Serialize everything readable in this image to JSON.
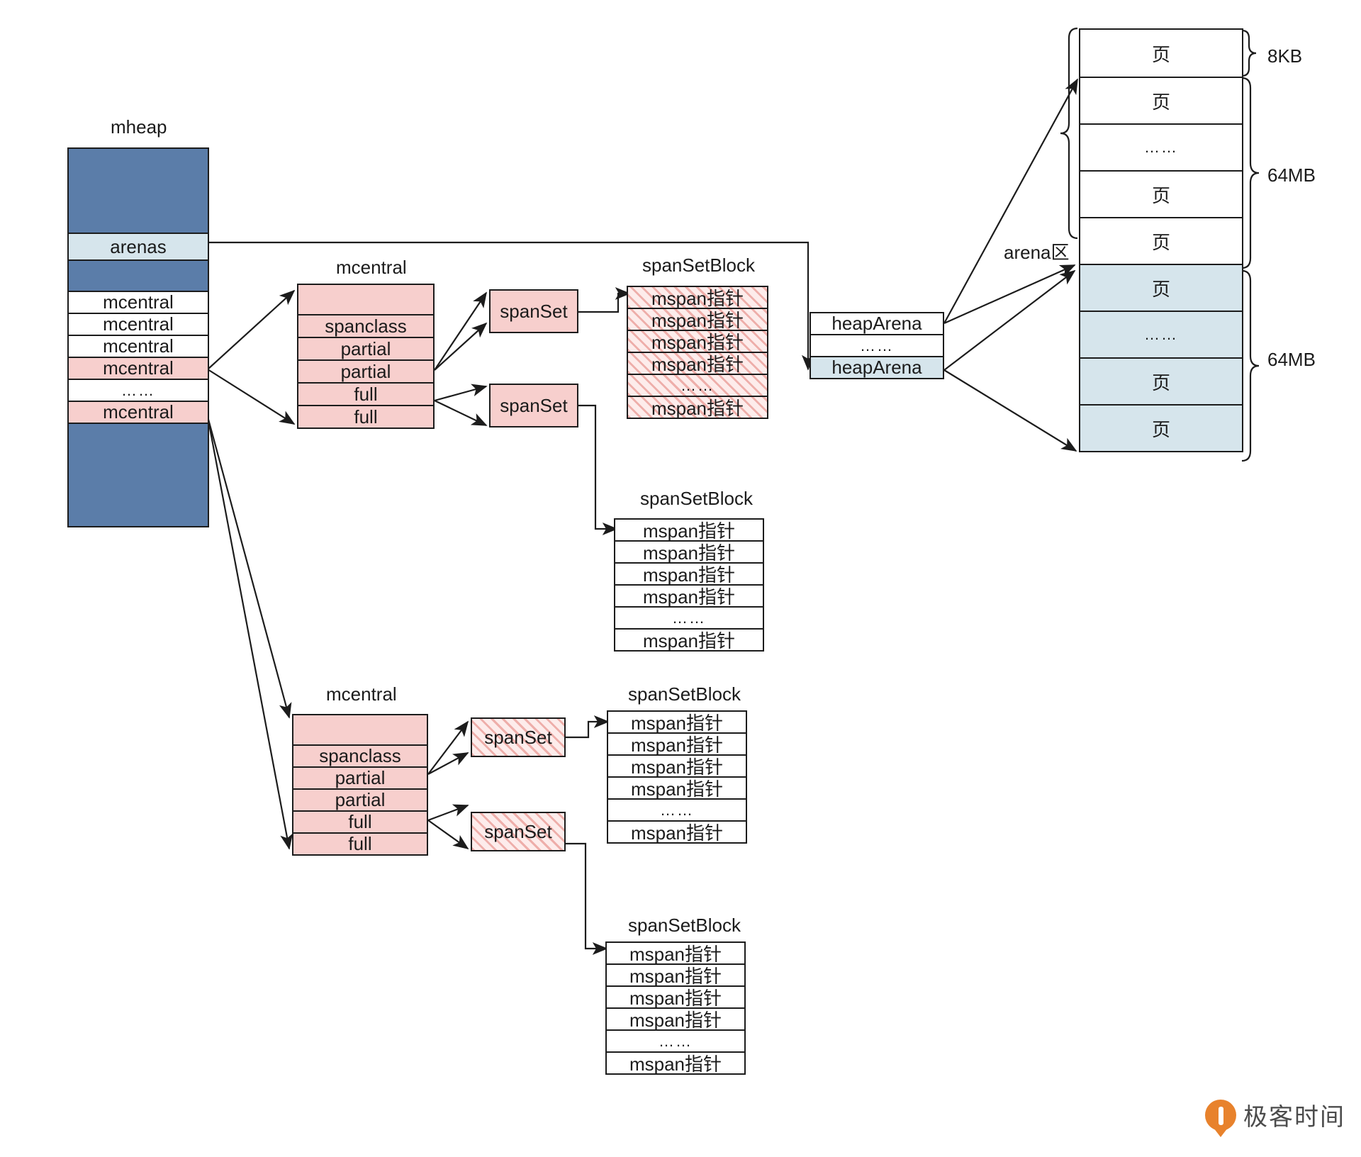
{
  "diagram": {
    "title_labels": {
      "mheap": "mheap",
      "mcentral_top": "mcentral",
      "mcentral_bottom": "mcentral",
      "span_set_block_1": "spanSetBlock",
      "span_set_block_2": "spanSetBlock",
      "span_set_block_3": "spanSetBlock",
      "span_set_block_4": "spanSetBlock",
      "arena_zone": "arena区"
    },
    "mheap": {
      "rows": [
        {
          "label": "",
          "fill": "blue"
        },
        {
          "label": "arenas",
          "fill": "lightblue"
        },
        {
          "label": "",
          "fill": "blue"
        },
        {
          "label": "mcentral",
          "fill": "white"
        },
        {
          "label": "mcentral",
          "fill": "white"
        },
        {
          "label": "mcentral",
          "fill": "white"
        },
        {
          "label": "mcentral",
          "fill": "pink"
        },
        {
          "label": "……",
          "fill": "white"
        },
        {
          "label": "mcentral",
          "fill": "pink"
        },
        {
          "label": "",
          "fill": "blue"
        }
      ]
    },
    "mcentral_top": {
      "rows": [
        {
          "label": ""
        },
        {
          "label": "spanclass"
        },
        {
          "label": "partial"
        },
        {
          "label": "partial"
        },
        {
          "label": "full"
        },
        {
          "label": "full"
        }
      ],
      "span_sets": [
        {
          "label": "spanSet",
          "hatched": false
        },
        {
          "label": "spanSet",
          "hatched": false
        }
      ]
    },
    "mcentral_bottom": {
      "rows": [
        {
          "label": ""
        },
        {
          "label": "spanclass"
        },
        {
          "label": "partial"
        },
        {
          "label": "partial"
        },
        {
          "label": "full"
        },
        {
          "label": "full"
        }
      ],
      "span_sets": [
        {
          "label": "spanSet",
          "hatched": true
        },
        {
          "label": "spanSet",
          "hatched": true
        }
      ]
    },
    "span_set_blocks": [
      {
        "id": "block1",
        "hatched": true,
        "rows": [
          "mspan指针",
          "mspan指针",
          "mspan指针",
          "mspan指针",
          "……",
          "mspan指针"
        ]
      },
      {
        "id": "block2",
        "hatched": false,
        "rows": [
          "mspan指针",
          "mspan指针",
          "mspan指针",
          "mspan指针",
          "……",
          "mspan指针"
        ]
      },
      {
        "id": "block3",
        "hatched": false,
        "rows": [
          "mspan指针",
          "mspan指针",
          "mspan指针",
          "mspan指针",
          "……",
          "mspan指针"
        ]
      },
      {
        "id": "block4",
        "hatched": false,
        "rows": [
          "mspan指针",
          "mspan指针",
          "mspan指针",
          "mspan指针",
          "……",
          "mspan指针"
        ]
      }
    ],
    "heap_arenas": {
      "rows": [
        {
          "label": "heapArena",
          "fill": "white"
        },
        {
          "label": "……",
          "fill": "white"
        },
        {
          "label": "heapArena",
          "fill": "lightblue"
        }
      ]
    },
    "arena_pages": {
      "rows": [
        {
          "label": "页",
          "fill": "white"
        },
        {
          "label": "页",
          "fill": "white"
        },
        {
          "label": "……",
          "fill": "white"
        },
        {
          "label": "页",
          "fill": "white"
        },
        {
          "label": "页",
          "fill": "white"
        },
        {
          "label": "页",
          "fill": "lightblue"
        },
        {
          "label": "……",
          "fill": "lightblue"
        },
        {
          "label": "页",
          "fill": "lightblue"
        },
        {
          "label": "页",
          "fill": "lightblue"
        }
      ],
      "size_labels": [
        {
          "text": "8KB"
        },
        {
          "text": "64MB"
        },
        {
          "text": "64MB"
        }
      ]
    },
    "watermark": {
      "text": "极客时间"
    },
    "colors": {
      "blue": "#5b7da9",
      "light_blue": "#d6e5ec",
      "pink": "#f7cfcd",
      "hatch_line": "#e27c74",
      "stroke": "#1c1c1c",
      "logo_orange": "#e8822c"
    }
  }
}
